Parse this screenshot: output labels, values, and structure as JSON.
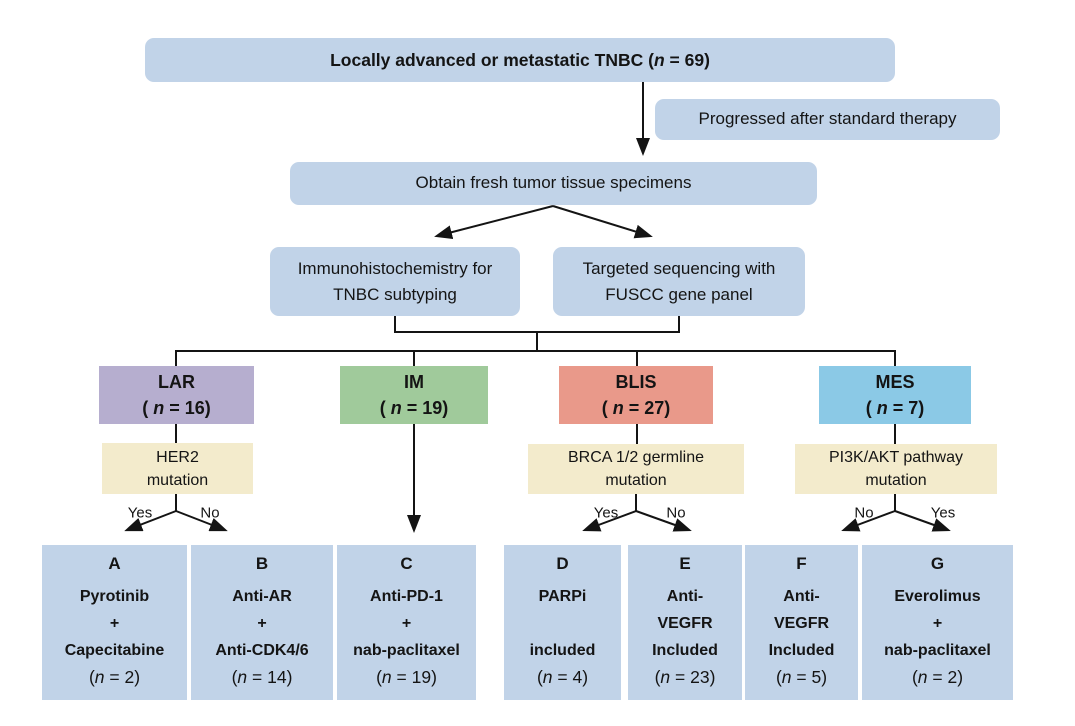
{
  "figure": {
    "type": "clinical-trial-flowchart",
    "palette": {
      "box_blue": "#C1D3E8",
      "condition_yellow": "#F3EBCC",
      "lar_purple": "#B6AECF",
      "im_green": "#A0CA9B",
      "blis_red": "#E9998A",
      "mes_blue": "#8BC9E6",
      "line_color": "#141414"
    }
  },
  "top_box": {
    "pre": "Locally advanced or metastatic TNBC (",
    "n": "n",
    "post": " = 69)"
  },
  "progressed_box": {
    "text": "Progressed after standard therapy"
  },
  "obtain_box": {
    "text": "Obtain fresh tumor tissue specimens"
  },
  "method_boxes": {
    "ihc": {
      "line1": "Immunohistochemistry for",
      "line2": "TNBC subtyping"
    },
    "sequencing": {
      "line1": "Targeted sequencing with",
      "line2": "FUSCC gene panel"
    }
  },
  "subtypes": [
    {
      "name": "LAR",
      "n_pre": "( ",
      "n": "n",
      "n_post": " = 16)",
      "color": "#B6AECF"
    },
    {
      "name": "IM",
      "n_pre": "( ",
      "n": "n",
      "n_post": " = 19)",
      "color": "#A0CA9B"
    },
    {
      "name": "BLIS",
      "n_pre": "( ",
      "n": "n",
      "n_post": " = 27)",
      "color": "#E9998A"
    },
    {
      "name": "MES",
      "n_pre": "( ",
      "n": "n",
      "n_post": " = 7)",
      "color": "#8BC9E6"
    }
  ],
  "conditions": [
    {
      "line1": "HER2",
      "line2": "mutation",
      "left_label": "Yes",
      "right_label": "No"
    },
    {
      "line1": "BRCA 1/2 germline",
      "line2": "mutation",
      "left_label": "Yes",
      "right_label": "No"
    },
    {
      "line1": "PI3K/AKT pathway",
      "line2": "mutation",
      "left_label": "No",
      "right_label": "Yes"
    }
  ],
  "arms": [
    {
      "letter": "A",
      "line1": "Pyrotinib",
      "line2": "+",
      "line3": "Capecitabine",
      "n_pre": "(",
      "n": "n",
      "n_post": " = 2)"
    },
    {
      "letter": "B",
      "line1": "Anti-AR",
      "line2": "+",
      "line3": "Anti-CDK4/6",
      "n_pre": "(",
      "n": "n",
      "n_post": " = 14)"
    },
    {
      "letter": "C",
      "line1": "Anti-PD-1",
      "line2": "+",
      "line3": "nab-paclitaxel",
      "n_pre": "(",
      "n": "n",
      "n_post": " = 19)"
    },
    {
      "letter": "D",
      "line1": "PARPi",
      "line2": "",
      "line3": "included",
      "n_pre": "(",
      "n": "n",
      "n_post": " = 4)"
    },
    {
      "letter": "E",
      "line1": "Anti-",
      "line2": "VEGFR",
      "line3": "Included",
      "n_pre": "(",
      "n": "n",
      "n_post": " = 23)"
    },
    {
      "letter": "F",
      "line1": "Anti-",
      "line2": "VEGFR",
      "line3": "Included",
      "n_pre": "(",
      "n": "n",
      "n_post": " = 5)"
    },
    {
      "letter": "G",
      "line1": "Everolimus",
      "line2": "+",
      "line3": "nab-paclitaxel",
      "n_pre": "(",
      "n": "n",
      "n_post": " = 2)"
    }
  ]
}
